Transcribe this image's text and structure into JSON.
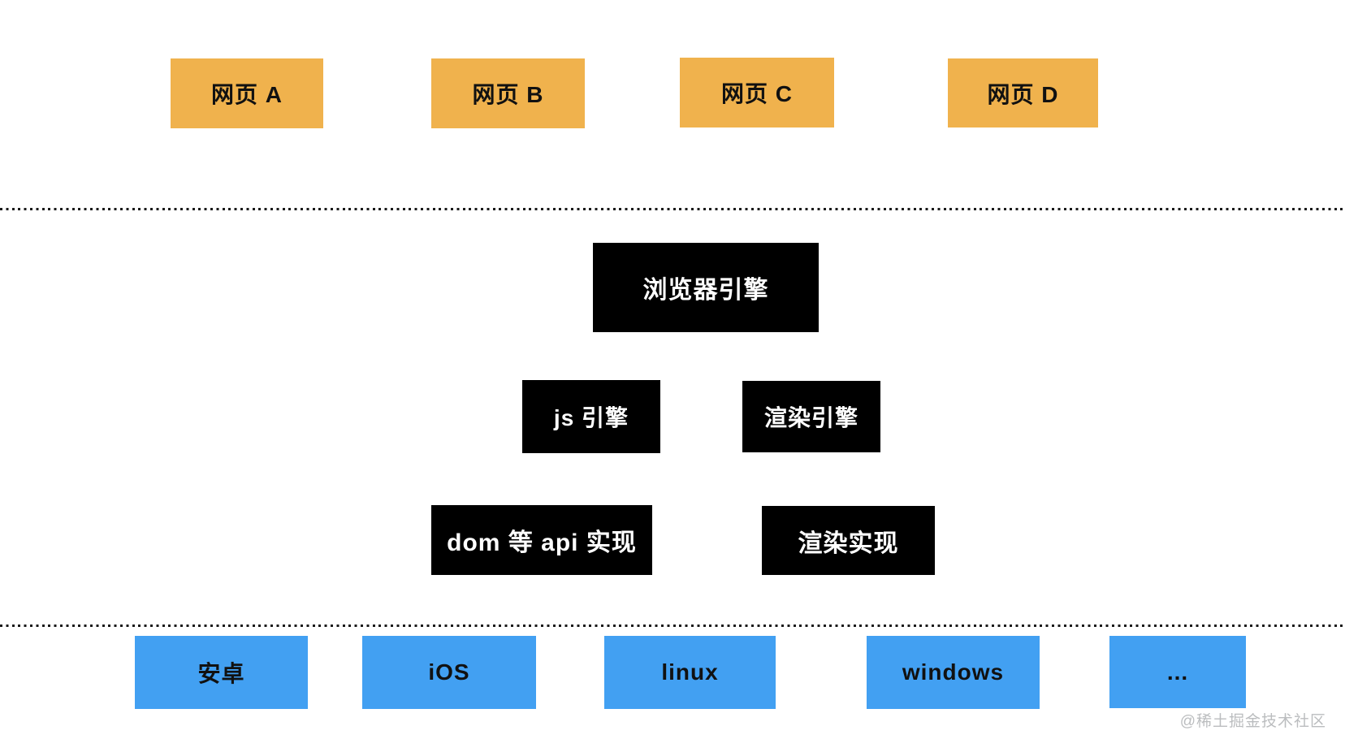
{
  "web_pages": [
    {
      "label": "网页 A"
    },
    {
      "label": "网页 B"
    },
    {
      "label": "网页 C"
    },
    {
      "label": "网页 D"
    }
  ],
  "browser_engine": {
    "label": "浏览器引擎"
  },
  "engine_components": [
    {
      "label": "js 引擎"
    },
    {
      "label": "渲染引擎"
    }
  ],
  "implementations": [
    {
      "label": "dom 等 api 实现"
    },
    {
      "label": "渲染实现"
    }
  ],
  "platforms": [
    {
      "label": "安卓"
    },
    {
      "label": "iOS"
    },
    {
      "label": "linux"
    },
    {
      "label": "windows"
    },
    {
      "label": "..."
    }
  ],
  "watermark": {
    "text": "@稀土掘金技术社区"
  },
  "colors": {
    "background": "#FFFFFF",
    "web_page_fill": "#F0B24D",
    "engine_fill": "#000000",
    "engine_text": "#FFFFFF",
    "platform_fill": "#42A0F2",
    "label_text": "#111111",
    "separator_dots": "#1A1A1A",
    "watermark_text": "#BBBDBF"
  }
}
